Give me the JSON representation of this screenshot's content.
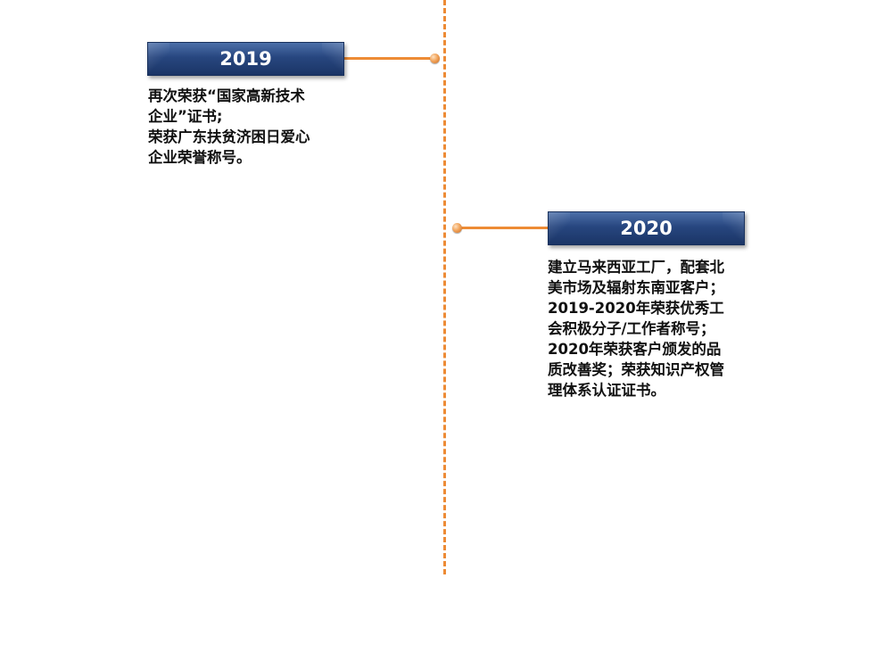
{
  "timeline": {
    "entries": [
      {
        "year": "2019",
        "description": "再次荣获“国家高新技术\n企业”证书;\n荣获广东扶贫济困日爱心\n企业荣誉称号。"
      },
      {
        "year": "2020",
        "description": "建立马来西亚工厂，配套北\n美市场及辐射东南亚客户；\n2019-2020年荣获优秀工\n会积极分子/工作者称号；\n2020年荣获客户颁发的品\n质改善奖；荣获知识产权管\n理体系认证证书。"
      }
    ]
  },
  "colors": {
    "line": "#ed8b35",
    "banner": "#27467f",
    "banner_text": "#ffffff",
    "text": "#111111"
  }
}
